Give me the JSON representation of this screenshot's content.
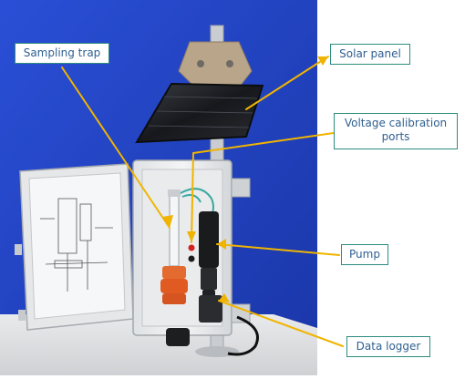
{
  "labels": {
    "sampling_trap": "Sampling trap",
    "solar_panel": "Solar panel",
    "voltage_line1": "Voltage calibration",
    "voltage_line2": "ports",
    "pump": "Pump",
    "data_logger": "Data logger"
  },
  "colors": {
    "backdrop": "#1f3fbf",
    "arrow": "#f0b400",
    "callout_border": "#2c8c7e",
    "callout_text": "#2f5f8f"
  }
}
